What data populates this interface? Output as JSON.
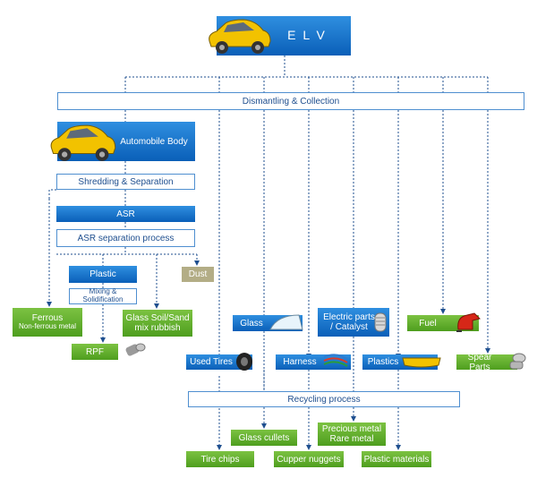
{
  "elv": {
    "title": "E L V"
  },
  "dismantling": {
    "label": "Dismantling & Collection"
  },
  "automobile_body": {
    "label": "Automobile Body"
  },
  "shredding": {
    "label": "Shredding & Separation"
  },
  "asr": {
    "label": "ASR"
  },
  "asr_process": {
    "label": "ASR separation process"
  },
  "plastic": {
    "label": "Plastic"
  },
  "dust": {
    "label": "Dust"
  },
  "mixing": {
    "label": "Mixing & Solidification"
  },
  "ferrous": {
    "line1": "Ferrous",
    "line2": "Non-ferrous metal"
  },
  "glass_soil": {
    "line1": "Glass Soil/Sand",
    "line2": "mix rubbish"
  },
  "rpf": {
    "label": "RPF"
  },
  "glass": {
    "label": "Glass"
  },
  "electric": {
    "line1": "Electric parts",
    "line2": "/ Catalyst"
  },
  "fuel": {
    "label": "Fuel"
  },
  "used_tires": {
    "label": "Used Tires"
  },
  "harness": {
    "label": "Harness"
  },
  "plastics": {
    "label": "Plastics"
  },
  "spear_parts": {
    "label": "Spear Parts"
  },
  "recycling": {
    "label": "Recycling process"
  },
  "glass_cullets": {
    "label": "Glass cullets"
  },
  "precious": {
    "line1": "Precious metal",
    "line2": "Rare metal"
  },
  "tire_chips": {
    "label": "Tire chips"
  },
  "cupper_nuggets": {
    "label": "Cupper nuggets"
  },
  "plastic_materials": {
    "label": "Plastic materials"
  },
  "colors": {
    "blue": "#0a5fb8",
    "green": "#5aa82a",
    "olive": "#b3ad86",
    "line": "#1f4f8f"
  }
}
